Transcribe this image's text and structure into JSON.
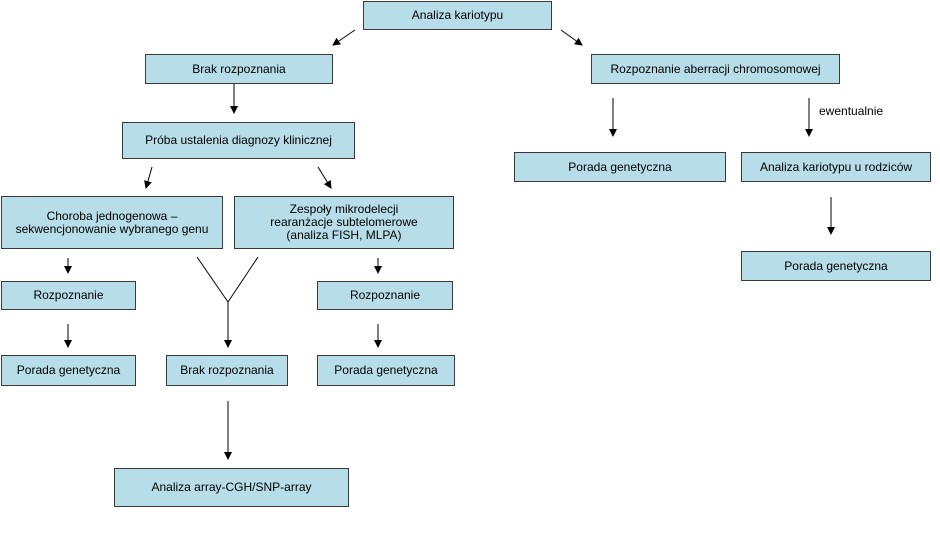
{
  "nodes": {
    "karyotype_analysis": "Analiza kariotypu",
    "no_diagnosis_top": "Brak rozpoznania",
    "clinical_diagnosis_attempt": "Próba ustalenia diagnozy klinicznej",
    "single_gene_disease": "Choroba jednogenowa –\nsekwencjonowanie wybranego genu",
    "microdeletion_syndromes": "Zespoły mikrodelecji\nrearanżacje subtelomerowe\n(analiza FISH, MLPA)",
    "diagnosis_left": "Rozpoznanie",
    "diagnosis_right": "Rozpoznanie",
    "counseling_left": "Porada genetyczna",
    "no_diagnosis_mid": "Brak rozpoznania",
    "counseling_mid": "Porada genetyczna",
    "array_analysis": "Analiza array-CGH/SNP-array",
    "chromosomal_aberration": "Rozpoznanie aberracji chromosomowej",
    "counseling_aberration": "Porada genetyczna",
    "parents_karyotype": "Analiza kariotypu u rodziców",
    "counseling_parents": "Porada genetyczna"
  },
  "edge_labels": {
    "optional": "ewentualnie"
  }
}
